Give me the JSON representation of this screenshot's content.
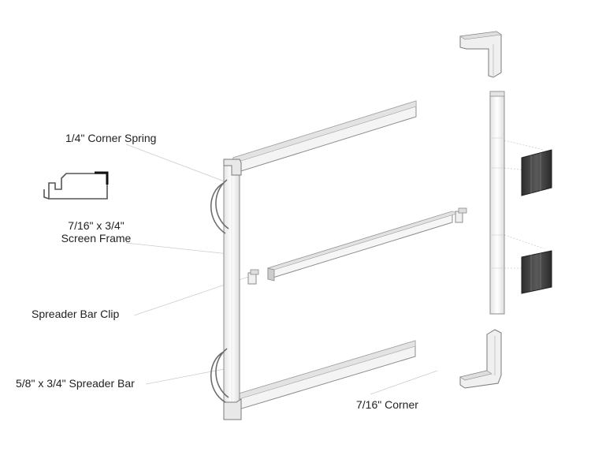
{
  "labels": {
    "corner_spring": "1/4\" Corner Spring",
    "screen_frame_line1": "7/16\" x 3/4\"",
    "screen_frame_line2": "Screen Frame",
    "spreader_bar_clip": "Spreader Bar Clip",
    "spreader_bar": "5/8\" x 3/4\" Spreader Bar",
    "corner": "7/16\" Corner"
  },
  "colors": {
    "outline": "#8c8c8c",
    "frame_fill": "#f2f2f2",
    "frame_shade": "#dcdcdc",
    "dark_profile": "#1a1a1a",
    "spring_dark": "#3c3c3c",
    "leader": "#c8c8c8"
  }
}
